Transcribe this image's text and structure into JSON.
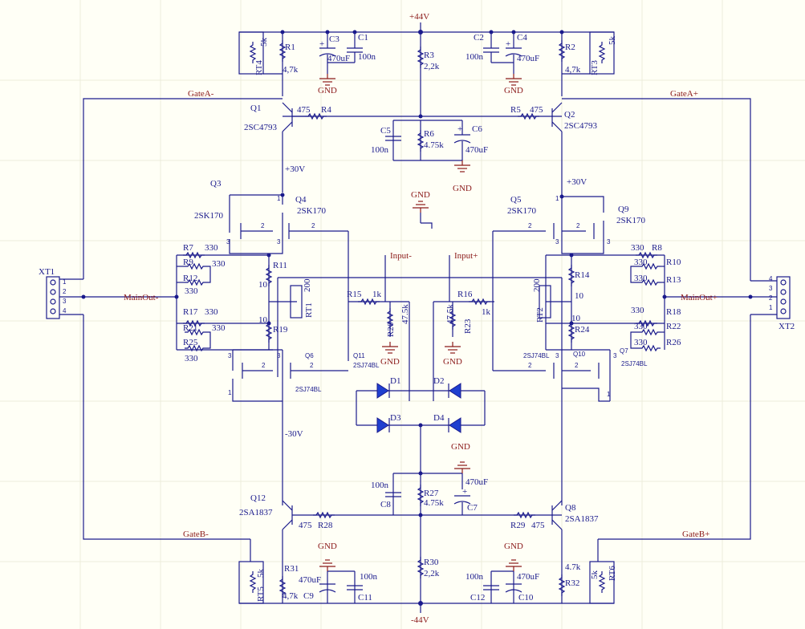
{
  "rails": {
    "pos44": "+44V",
    "neg44": "-44V",
    "pos30": "+30V",
    "neg30": "-30V"
  },
  "nets": {
    "gateA_minus": "GateA-",
    "gateA_plus": "GateA+",
    "gateB_minus": "GateB-",
    "gateB_plus": "GateB+",
    "main_out_minus": "MainOut-",
    "main_out_plus": "MainOut+",
    "input_minus": "Input-",
    "input_plus": "Input+",
    "gnd": "GND"
  },
  "connectors": [
    {
      "ref": "XT1",
      "pins": [
        "1",
        "2",
        "3",
        "4"
      ]
    },
    {
      "ref": "XT2",
      "pins": [
        "4",
        "3",
        "2",
        "1"
      ]
    }
  ],
  "transistors": [
    {
      "ref": "Q1",
      "part": "2SC4793"
    },
    {
      "ref": "Q2",
      "part": "2SC4793"
    },
    {
      "ref": "Q3",
      "part": "2SK170"
    },
    {
      "ref": "Q4",
      "part": "2SK170"
    },
    {
      "ref": "Q5",
      "part": "2SK170"
    },
    {
      "ref": "Q9",
      "part": "2SK170"
    },
    {
      "ref": "Q6",
      "part": "2SJ74BL"
    },
    {
      "ref": "Q11",
      "part": "2SJ74BL"
    },
    {
      "ref": "Q10",
      "part": "2SJ74BL"
    },
    {
      "ref": "Q7",
      "part": "2SJ74BL"
    },
    {
      "ref": "Q12",
      "part": "2SA1837"
    },
    {
      "ref": "Q8",
      "part": "2SA1837"
    }
  ],
  "resistors": [
    {
      "ref": "R1",
      "value": "4,7k"
    },
    {
      "ref": "R2",
      "value": "4,7k"
    },
    {
      "ref": "R3",
      "value": "2,2k"
    },
    {
      "ref": "R4",
      "value": "475"
    },
    {
      "ref": "R5",
      "value": "475"
    },
    {
      "ref": "R6",
      "value": "4.75k"
    },
    {
      "ref": "R7",
      "value": "330"
    },
    {
      "ref": "R8",
      "value": "330"
    },
    {
      "ref": "R9",
      "value": "330"
    },
    {
      "ref": "R10",
      "value": "330"
    },
    {
      "ref": "R11",
      "value": "10"
    },
    {
      "ref": "R12",
      "value": "330"
    },
    {
      "ref": "R13",
      "value": "330"
    },
    {
      "ref": "R14",
      "value": "10"
    },
    {
      "ref": "R15",
      "value": "1k"
    },
    {
      "ref": "R16",
      "value": "1k"
    },
    {
      "ref": "R17",
      "value": "330"
    },
    {
      "ref": "R18",
      "value": "330"
    },
    {
      "ref": "R19",
      "value": "10"
    },
    {
      "ref": "R20",
      "value": "47.5k"
    },
    {
      "ref": "R21",
      "value": "330"
    },
    {
      "ref": "R22",
      "value": "330"
    },
    {
      "ref": "R23",
      "value": "47.5k"
    },
    {
      "ref": "R24",
      "value": "10"
    },
    {
      "ref": "R25",
      "value": "330"
    },
    {
      "ref": "R26",
      "value": "330"
    },
    {
      "ref": "R27",
      "value": "4.75k"
    },
    {
      "ref": "R28",
      "value": "475"
    },
    {
      "ref": "R29",
      "value": "475"
    },
    {
      "ref": "R30",
      "value": "2,2k"
    },
    {
      "ref": "R31",
      "value": "4,7k"
    },
    {
      "ref": "R32",
      "value": "4.7k"
    }
  ],
  "trimmers": [
    {
      "ref": "RT1",
      "value": "200"
    },
    {
      "ref": "RT2",
      "value": "200"
    },
    {
      "ref": "RT3",
      "value": "5k"
    },
    {
      "ref": "RT4",
      "value": "5k"
    },
    {
      "ref": "RT5",
      "value": "5k"
    },
    {
      "ref": "RT6",
      "value": "5k"
    }
  ],
  "capacitors": [
    {
      "ref": "C1",
      "value": "100n"
    },
    {
      "ref": "C2",
      "value": "100n"
    },
    {
      "ref": "C3",
      "value": "470uF"
    },
    {
      "ref": "C4",
      "value": "470uF"
    },
    {
      "ref": "C5",
      "value": "100n"
    },
    {
      "ref": "C6",
      "value": "470uF"
    },
    {
      "ref": "C7",
      "value": "470uF"
    },
    {
      "ref": "C8",
      "value": "100n"
    },
    {
      "ref": "C9",
      "value": "470uF"
    },
    {
      "ref": "C10",
      "value": "470uF"
    },
    {
      "ref": "C11",
      "value": "100n"
    },
    {
      "ref": "C12",
      "value": "100n"
    }
  ],
  "diodes": [
    "D1",
    "D2",
    "D3",
    "D4"
  ],
  "pin_numbers": {
    "one": "1",
    "two": "2",
    "three": "3"
  },
  "colors": {
    "wire": "#1a1a8c",
    "net_label": "#8b1a1a",
    "diode_fill": "#1f3fcf",
    "background": "#fffff6"
  }
}
